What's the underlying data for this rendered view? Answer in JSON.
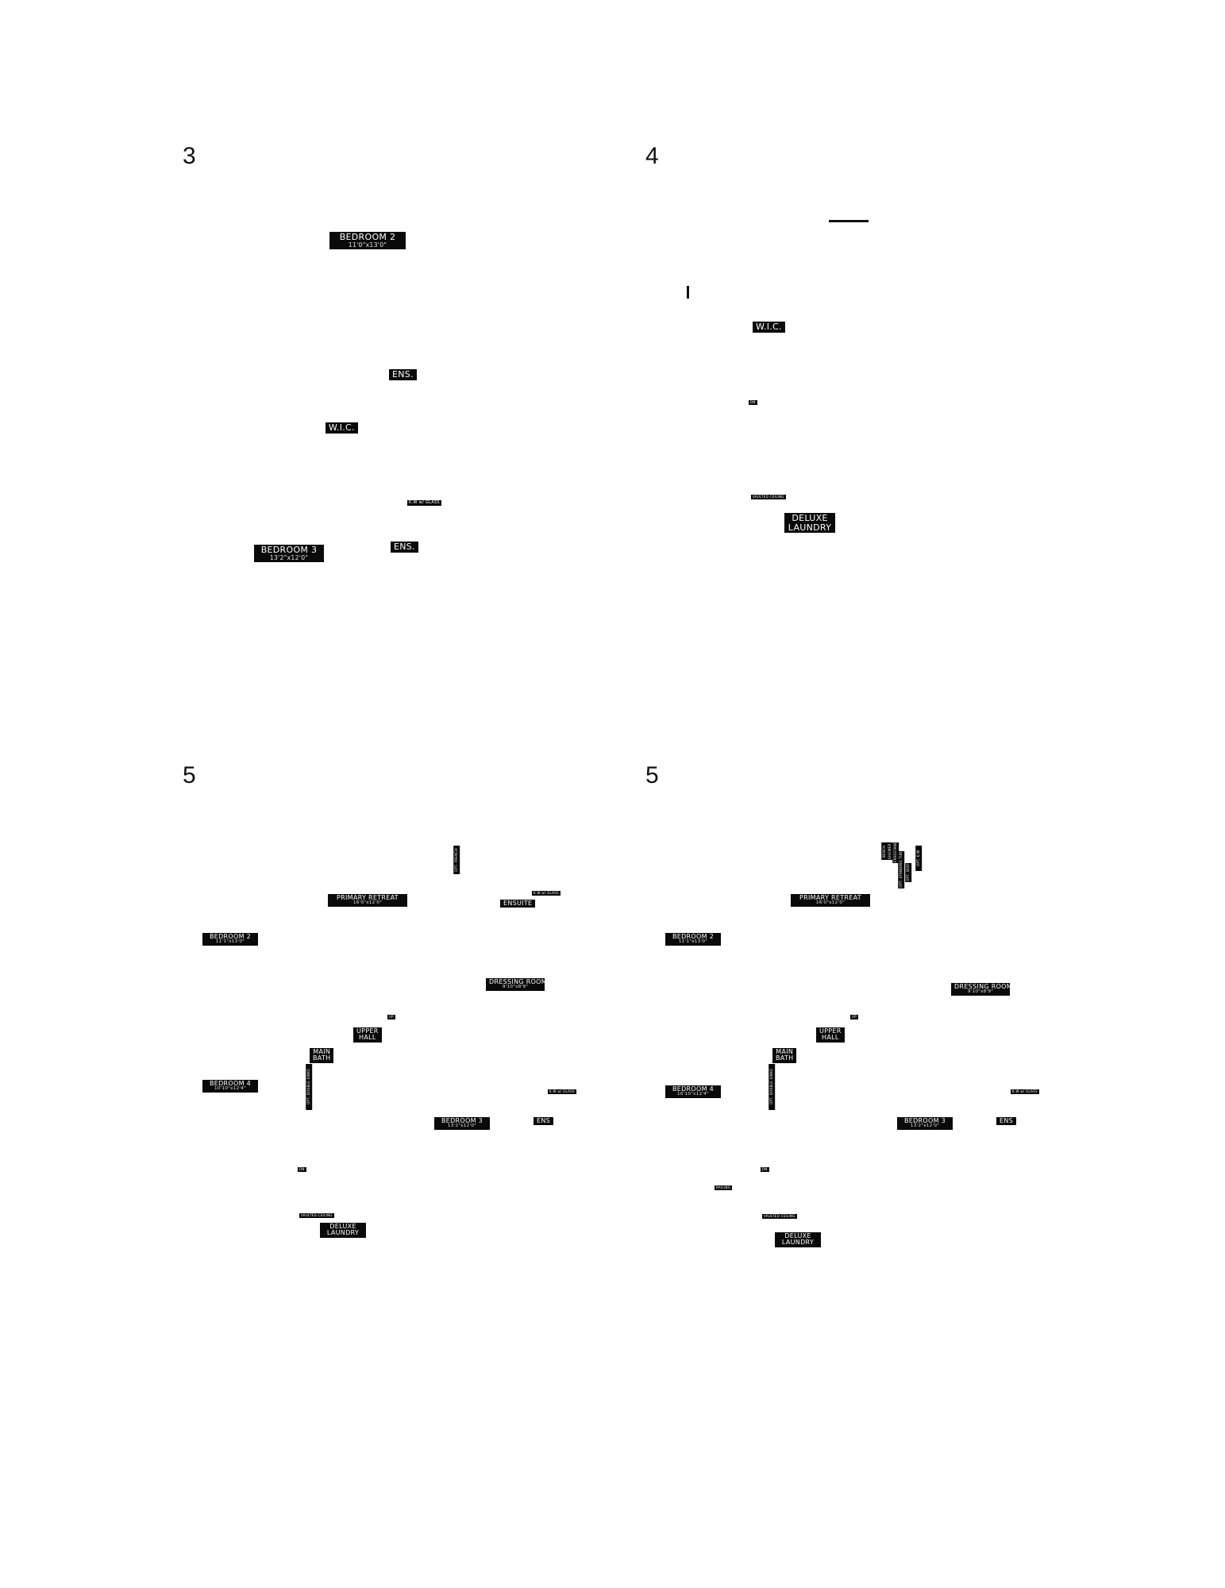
{
  "panels": [
    {
      "number": "3",
      "labels": {
        "bedroom2": {
          "name": "BEDROOM 2",
          "dim": "11'0\"x13'0\""
        },
        "ens1": "ENS.",
        "wic": "W.I.C.",
        "kw_glass": "K.W w/ GLASS",
        "bedroom3": {
          "name": "BEDROOM 3",
          "dim": "13'2\"x12'0\""
        },
        "ens2": "ENS."
      }
    },
    {
      "number": "4",
      "labels": {
        "wic": "W.I.C.",
        "dn": "DN",
        "vaulted": "VAULTED CEILING",
        "laundry_l1": "DELUXE",
        "laundry_l2": "LAUNDRY"
      }
    },
    {
      "number": "5",
      "labels": {
        "vert_top": "OPT. FRENCH",
        "primary": {
          "name": "PRIMARY RETREAT",
          "dim": "16'0\"x12'0\""
        },
        "kw_glass_top": "K.W w/ GLASS",
        "ensuite": "ENSUITE",
        "bedroom2": {
          "name": "BEDROOM 2",
          "dim": "11'1\"x13'0\""
        },
        "dressing": {
          "name": "DRESSING ROOM",
          "dim": "9'10\"x8'9\""
        },
        "up": "UP",
        "upper_hall_l1": "UPPER",
        "upper_hall_l2": "HALL",
        "main_bath_l1": "MAIN",
        "main_bath_l2": "BATH",
        "bedroom4": {
          "name": "BEDROOM 4",
          "dim": "10'10\"x12'4\""
        },
        "opt_double": "OPT. DOUBLE SINKS",
        "kw_glass": "K.W w/ GLASS",
        "bedroom3": {
          "name": "BEDROOM 3",
          "dim": "13'2\"x12'0\""
        },
        "ens": "ENS",
        "dn": "DN",
        "vaulted": "VAULTED CEILING",
        "laundry_l1": "DELUXE",
        "laundry_l2": "LAUNDRY"
      }
    },
    {
      "number": "5",
      "labels": {
        "vert_a": "BENCH",
        "vert_b": "SHOWER",
        "vert_c": "FREESTANDING TUB",
        "vert_d": "OPT. STANDING TUB",
        "vert_e": "OPT. SEAT",
        "vert_f": "OPT. K.W",
        "primary": {
          "name": "PRIMARY RETREAT",
          "dim": "16'0\"x12'0\""
        },
        "bedroom2": {
          "name": "BEDROOM 2",
          "dim": "11'1\"x13'0\""
        },
        "dressing": {
          "name": "DRESSING ROOM",
          "dim": "9'10\"x8'9\""
        },
        "up": "UP",
        "upper_hall_l1": "UPPER",
        "upper_hall_l2": "HALL",
        "main_bath_l1": "MAIN",
        "main_bath_l2": "BATH",
        "bedroom4": {
          "name": "BEDROOM 4",
          "dim": "10'10\"x12'4\""
        },
        "opt_double": "OPT. DOUBLE SINKS",
        "kw_glass": "K.W w/ GLASS",
        "bedroom3": {
          "name": "BEDROOM 3",
          "dim": "13'2\"x12'0\""
        },
        "ens": "ENS",
        "dn": "DN",
        "railing": "RAILING",
        "vaulted": "VAULTED CEILING",
        "laundry_l1": "DELUXE",
        "laundry_l2": "LAUNDRY"
      }
    }
  ]
}
